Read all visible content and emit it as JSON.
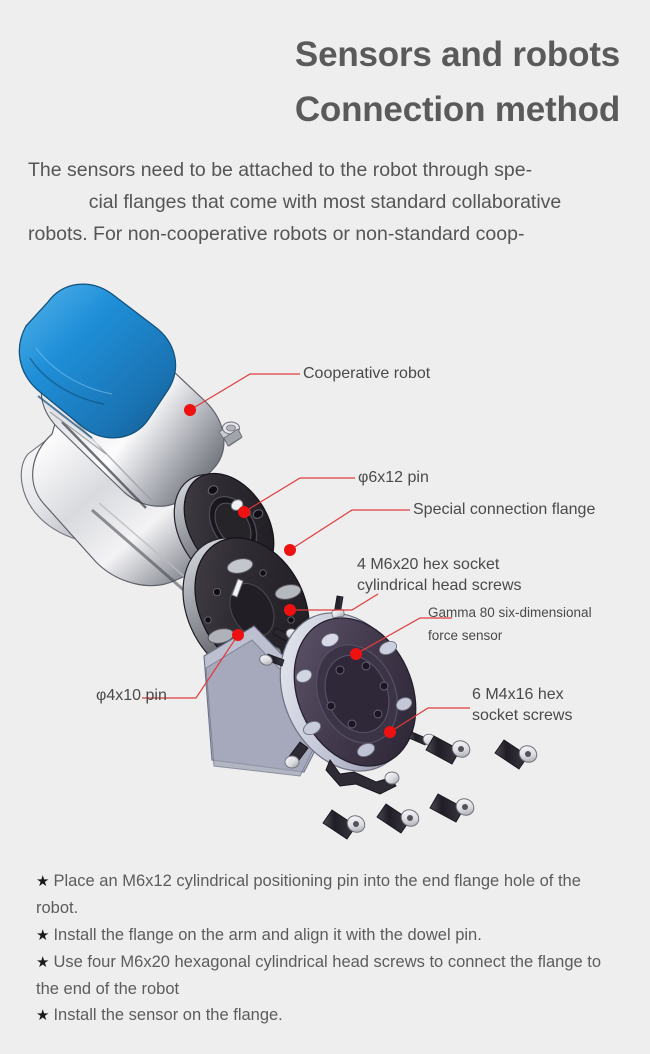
{
  "header": {
    "title_line1": "Sensors and robots",
    "title_line2": "Connection method",
    "title_color": "#5a5a5a"
  },
  "intro": {
    "line1": "The sensors need to be attached to the robot through spe-",
    "line2": "cial flanges that come with most standard collaborative",
    "line3": "robots. For non-cooperative robots or non-standard coop-"
  },
  "figure": {
    "alt": "Exploded assembly diagram of a collaborative robot arm, connection flange and Gamma 80 six-dimensional force sensor",
    "callouts": [
      {
        "id": "cooperative-robot",
        "label": "Cooperative robot"
      },
      {
        "id": "pin-6x12",
        "label": "φ6x12 pin"
      },
      {
        "id": "special-flange",
        "label": "Special connection flange"
      },
      {
        "id": "m6x20-screws-l1",
        "label": "4 M6x20 hex socket"
      },
      {
        "id": "m6x20-screws-l2",
        "label": "cylindrical head screws"
      },
      {
        "id": "force-sensor-l1",
        "label": "Gamma 80 six-dimensional"
      },
      {
        "id": "force-sensor-l2",
        "label": "force sensor"
      },
      {
        "id": "pin-4x10",
        "label": "φ4x10 pin"
      },
      {
        "id": "m4x16-screws-l1",
        "label": "6 M4x16 hex"
      },
      {
        "id": "m4x16-screws-l2",
        "label": "socket screws"
      }
    ],
    "colors": {
      "leader_line": "#e03c3c",
      "marker_dot": "#ee1111",
      "robot_cap_blue": "#1f8fd8",
      "robot_body_silver": "#e9e9ec",
      "flange_dark": "#2e2b31",
      "sensor_plum": "#433a4d",
      "sensor_face_silver": "#c7cbda",
      "screw_dark": "#23202a",
      "screw_head_light": "#e6e6ea"
    }
  },
  "steps": {
    "bullet": "★",
    "items": [
      "Place an M6x12 cylindrical positioning pin into the end flange hole of the robot.",
      "Install the flange on the arm and align it with the dowel pin.",
      "Use four M6x20 hexagonal cylindrical head screws to connect the flange to the end of the robot",
      "Install the sensor on the flange."
    ]
  }
}
